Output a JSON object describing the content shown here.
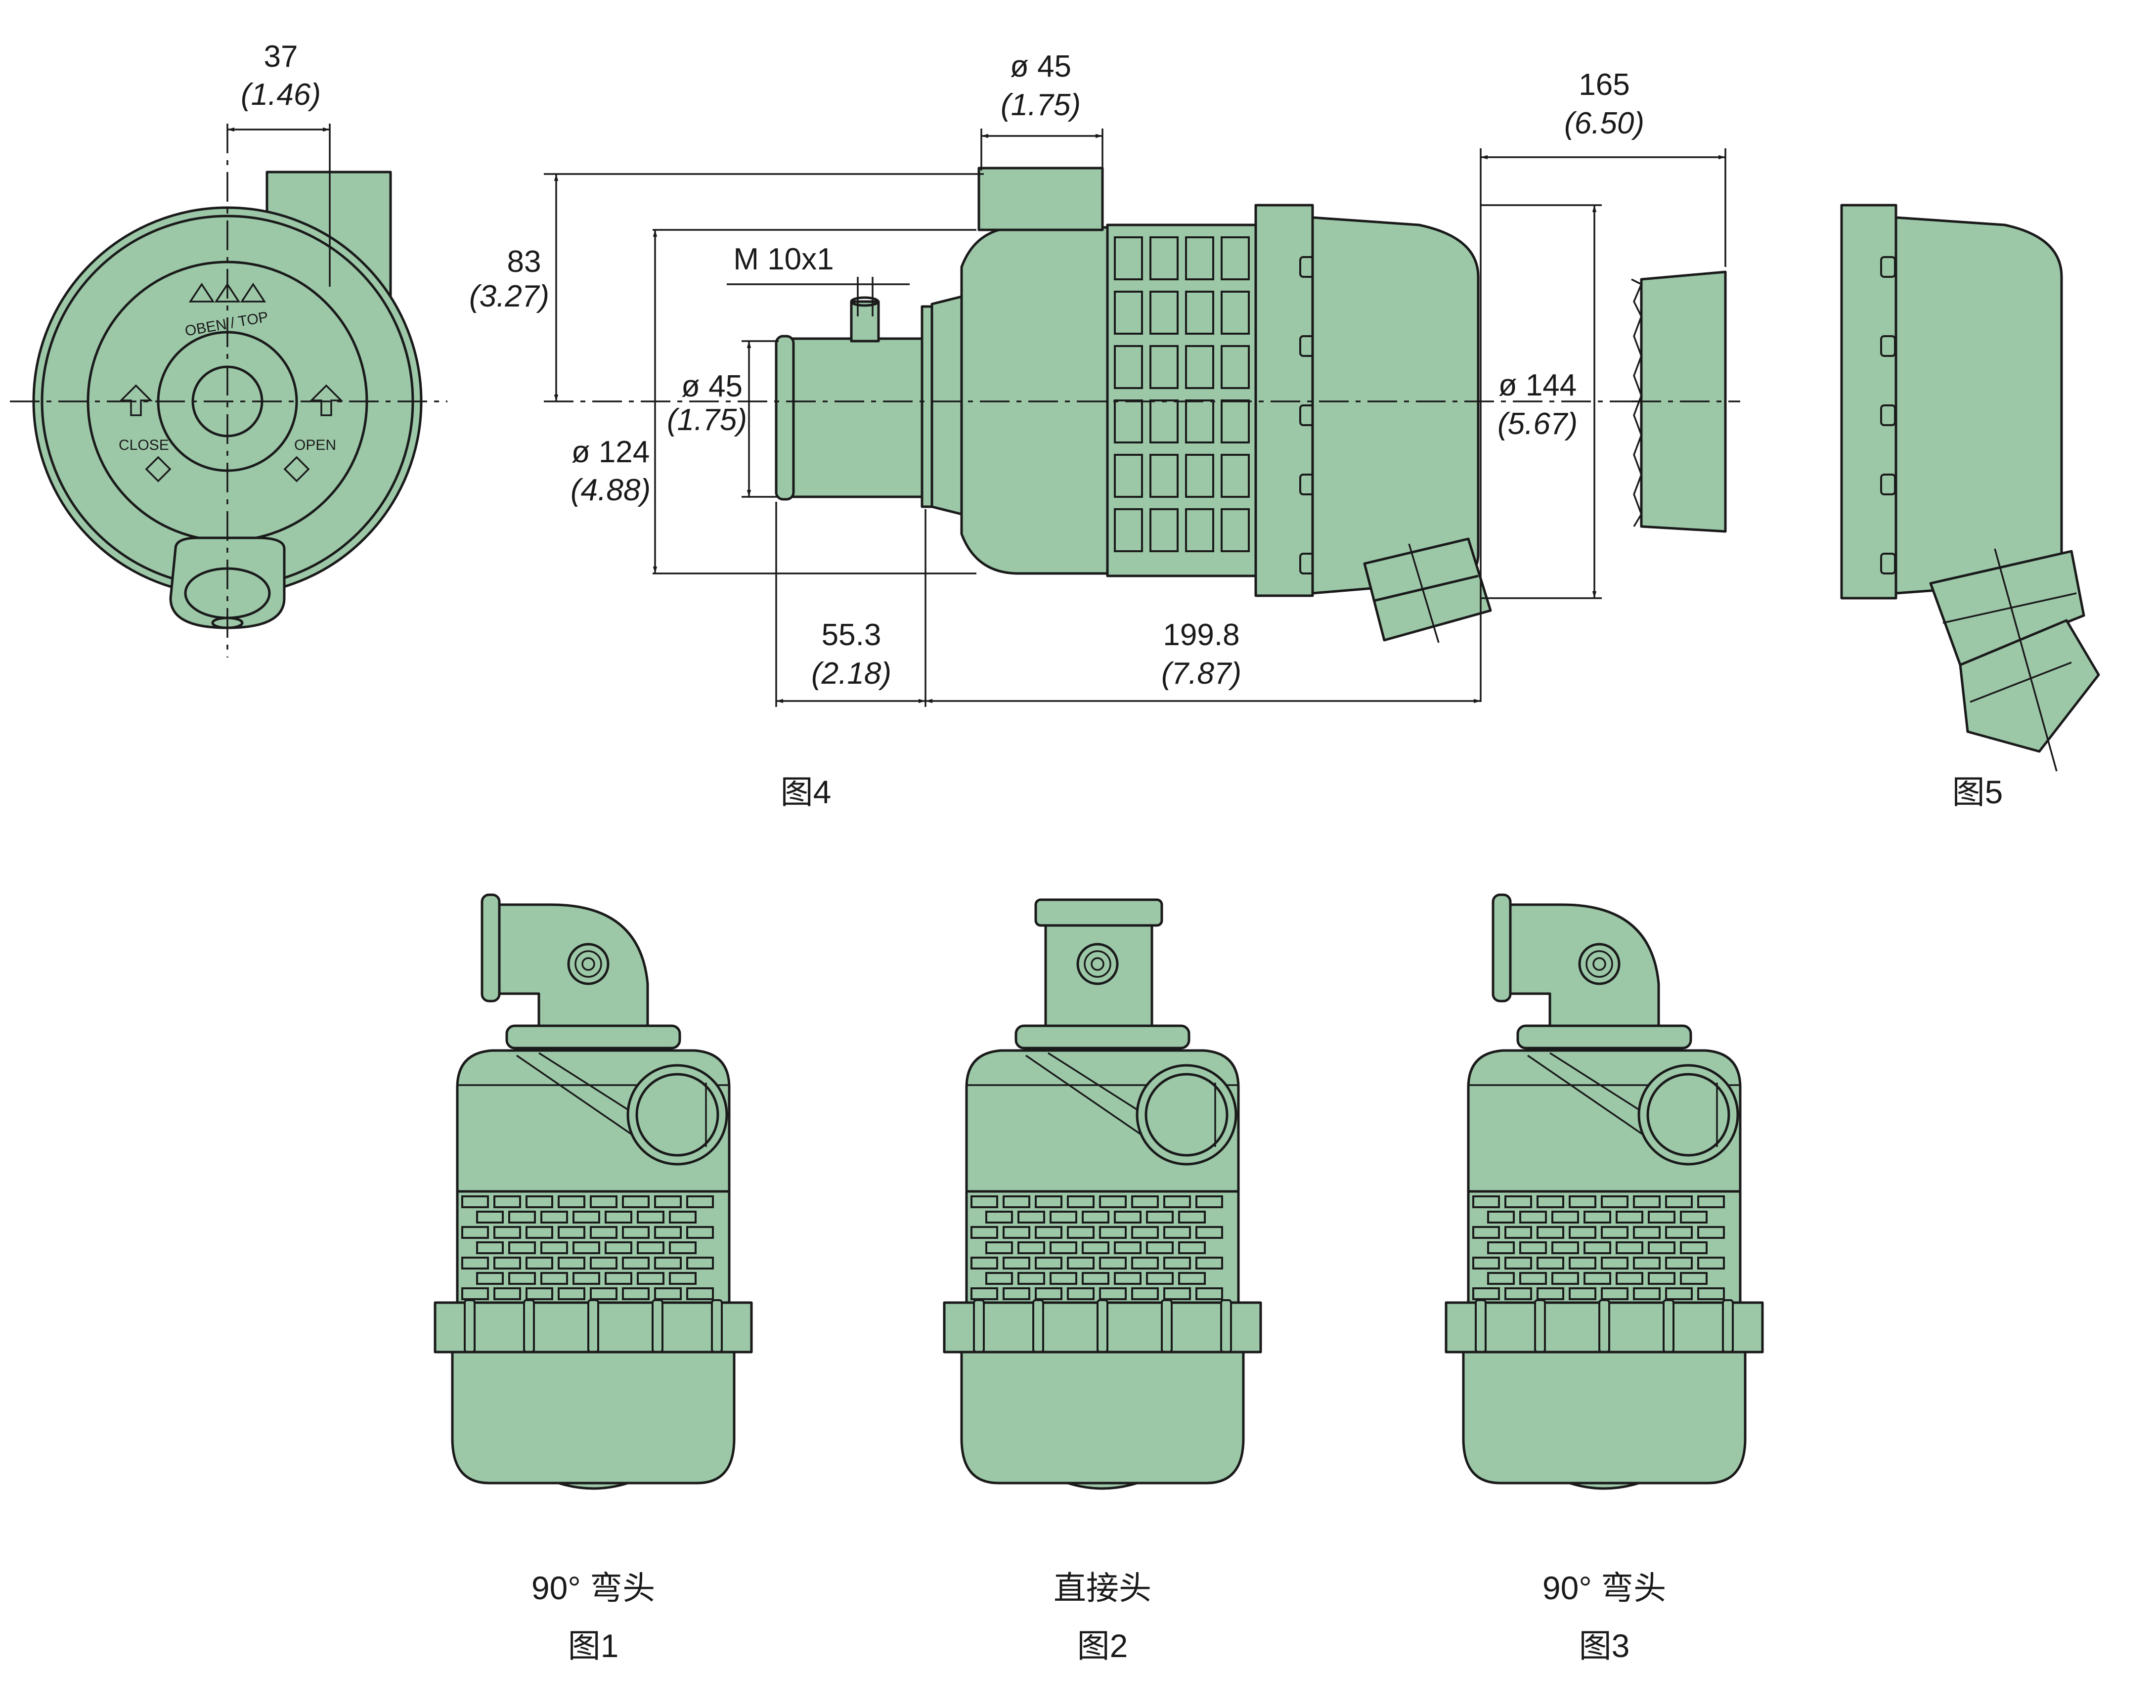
{
  "figure4": {
    "caption": "图4",
    "dims": {
      "w37": "37",
      "w37_in": "(1.46)",
      "d45_top": "ø 45",
      "d45_top_in": "(1.75)",
      "l165": "165",
      "l165_in": "(6.50)",
      "h83": "83",
      "h83_in": "(3.27)",
      "thread": "M 10x1",
      "d45_inlet": "ø 45",
      "d45_inlet_in": "(1.75)",
      "d124": "ø 124",
      "d124_in": "(4.88)",
      "d144": "ø 144",
      "d144_in": "(5.67)",
      "l55": "55.3",
      "l55_in": "(2.18)",
      "l199": "199.8",
      "l199_in": "(7.87)"
    },
    "cap_labels": {
      "open_top": "OBEN / TOP",
      "close": "CLOSE",
      "open": "OPEN"
    }
  },
  "figure5": {
    "caption": "图5"
  },
  "figure1": {
    "type": "90° 弯头",
    "caption": "图1"
  },
  "figure2": {
    "type": "直接头",
    "caption": "图2"
  },
  "figure3": {
    "type": "90° 弯头",
    "caption": "图3"
  },
  "colors": {
    "body": "#9cc8a8",
    "outline": "#1a1a1a"
  }
}
